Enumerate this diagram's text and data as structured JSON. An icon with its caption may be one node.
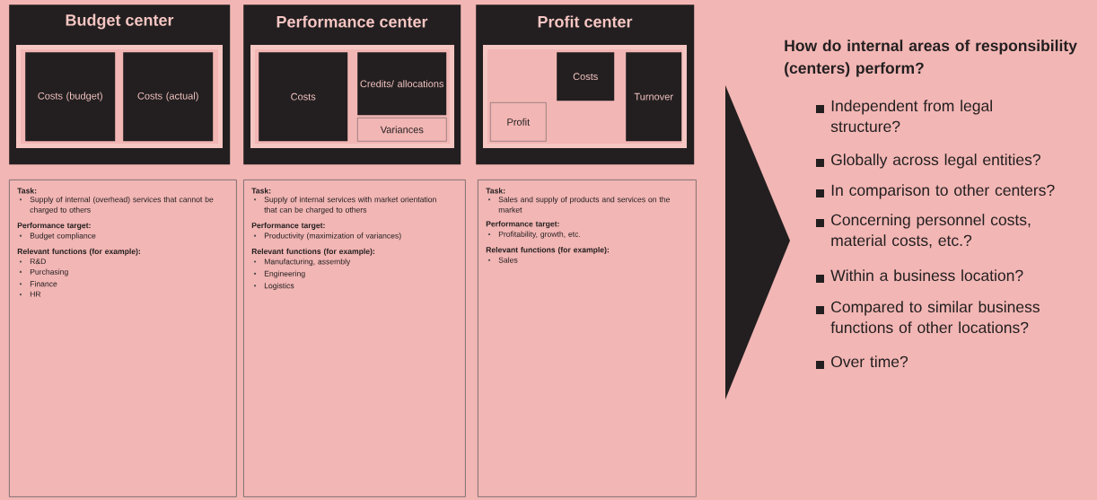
{
  "diagram": {
    "nodes": [
      {
        "text": [
          "Budget center"
        ]
      },
      {
        "text": [
          "Costs (budget)"
        ],
        "in": 0
      },
      {
        "text": [
          "Costs (actual)"
        ],
        "in": 0
      },
      {
        "text": [
          "Performance center"
        ]
      },
      {
        "text": [
          "Costs"
        ],
        "in": 3
      },
      {
        "text": [
          "Credits/ allocations"
        ],
        "in": 3
      },
      {
        "text": [
          "Variances"
        ],
        "in": 3
      },
      {
        "text": [
          "Profit center"
        ]
      },
      {
        "text": [
          "Costs"
        ],
        "in": 7
      },
      {
        "text": [
          "Turnover"
        ],
        "in": 7
      },
      {
        "text": [
          "Profit"
        ],
        "in": 7
      },
      {
        "text": [
          "Task:",
          "Supply of internal (overhead) services that cannot be charged to others",
          "Performance target:",
          "Budget compliance",
          "Relevant functions (for example):",
          "R&D",
          "Purchasing",
          "Finance",
          "HR"
        ]
      },
      {
        "text": [
          "Task:",
          "Supply of internal services with market orientation that can be charged to others",
          "Performance target:",
          "Productivity (maximization of variances)",
          "Relevant functions (for example):",
          "Manufacturing, assembly",
          "Engineering",
          "Logistics"
        ]
      },
      {
        "text": [
          "Task:",
          "Sales and supply of products and services on the market",
          "Performance target:",
          "Profitability, growth, etc.",
          "Relevant functions (for example):",
          "Sales"
        ]
      }
    ],
    "labels": [
      "How do internal areas of responsibility (centers) perform?",
      "Independent from legal structure?",
      "Globally across legal entities?",
      "In comparison to other centers?",
      "Concerning personnel costs, material costs, etc.?",
      "Within a business location?",
      "Compared to similar business functions of other locations?",
      "Over time?"
    ]
  }
}
